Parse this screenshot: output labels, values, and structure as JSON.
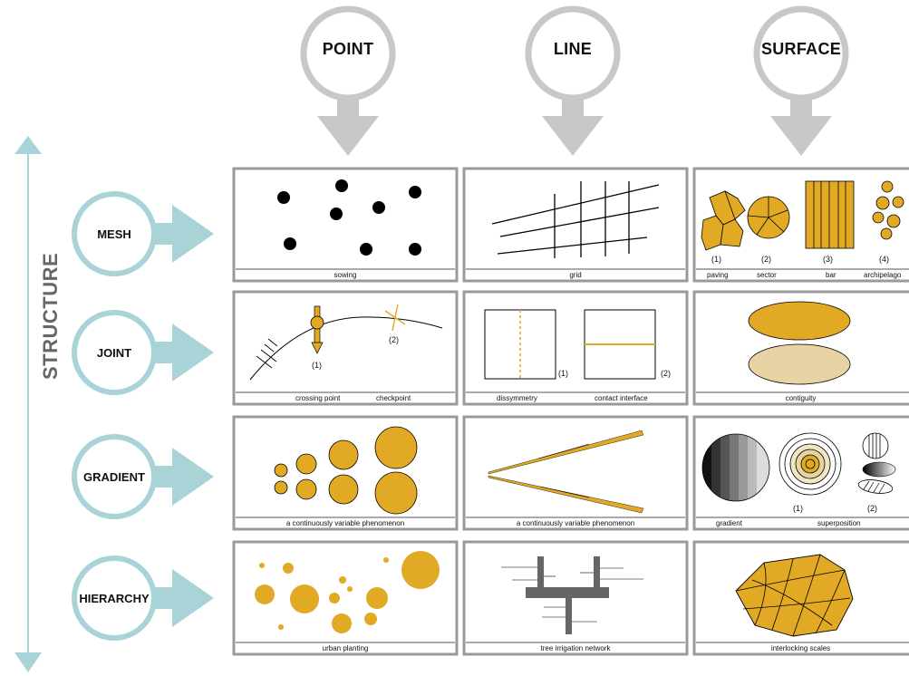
{
  "columns": [
    "POINT",
    "LINE",
    "SURFACE"
  ],
  "rows": [
    "MESH",
    "JOINT",
    "GRADIENT",
    "HIERARCHY"
  ],
  "axis_label": "STRUCTURE",
  "colors": {
    "gold": "#E1A924",
    "tan": "#E8D3A5",
    "teal": "#A8D3D7",
    "gray": "#C8C8C8",
    "frame": "#9A9A9A"
  },
  "cells": {
    "mesh_point": {
      "caption": "sowing"
    },
    "mesh_line": {
      "caption": "grid"
    },
    "mesh_surface": {
      "captions": [
        "paving",
        "sector",
        "bar",
        "archipelago"
      ],
      "numbers": [
        "(1)",
        "(2)",
        "(3)",
        "(4)"
      ]
    },
    "joint_point": {
      "captions": [
        "crossing point",
        "checkpoint"
      ],
      "numbers": [
        "(1)",
        "(2)"
      ]
    },
    "joint_line": {
      "captions": [
        "dissymmetry",
        "contact interface"
      ],
      "numbers": [
        "(1)",
        "(2)"
      ]
    },
    "joint_surface": {
      "caption": "contiguity"
    },
    "gradient_point": {
      "caption": "a continuously variable phenomenon"
    },
    "gradient_line": {
      "caption": "a continuously variable phenomenon"
    },
    "gradient_surface": {
      "captions": [
        "gradient",
        "superposition"
      ],
      "numbers": [
        "(1)",
        "(2)"
      ]
    },
    "hierarchy_point": {
      "caption": "urban planting"
    },
    "hierarchy_line": {
      "caption": "tree irrigation network"
    },
    "hierarchy_surface": {
      "caption": "interlocking scales"
    }
  }
}
